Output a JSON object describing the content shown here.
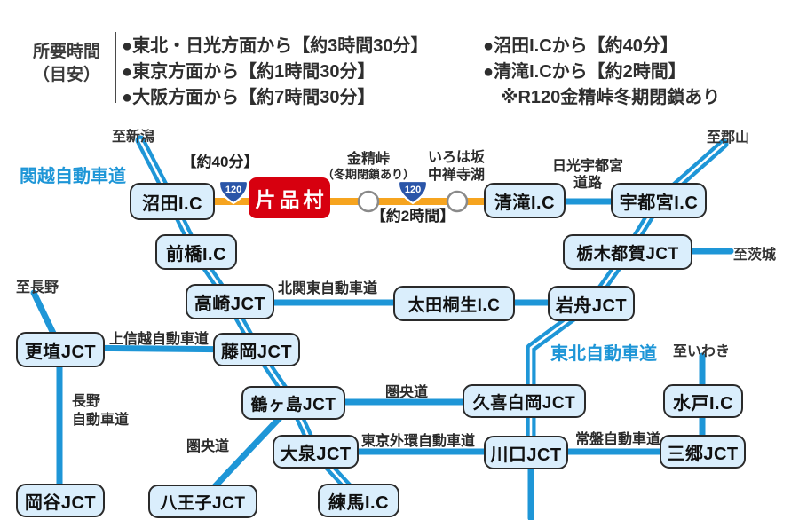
{
  "legend": {
    "heading_line1": "所要時間",
    "heading_line2": "（目安）",
    "left_items": [
      "●東北・日光方面から【約3時間30分】",
      "●東京方面から【約1時間30分】",
      "●大阪方面から【約7時間30分】"
    ],
    "right_items": [
      "●沼田I.Cから【約40分】",
      "●清滝I.Cから【約2時間】",
      "※R120金精峠冬期閉鎖あり"
    ]
  },
  "destination": {
    "label": "片品村"
  },
  "badge": {
    "route_number": "120"
  },
  "times": {
    "from_numata": "【約40分】",
    "from_kiyotaki": "【約2時間】"
  },
  "passes": {
    "konsei": "金精峠",
    "konsei_note": "（冬期閉鎖あり）",
    "iroha_line1": "いろは坂",
    "iroha_line2": "中禅寺湖"
  },
  "roads": {
    "kanetsu": "関越自動車道",
    "tohoku": "東北自動車道",
    "joshinetsu": "上信越自動車道",
    "nagano_line1": "長野",
    "nagano_line2": "自動車道",
    "kitakanto": "北関東自動車道",
    "nikko_line1": "日光宇都宮",
    "nikko_line2": "道路",
    "keno_east": "圏央道",
    "keno_west": "圏央道",
    "gaikan": "東京外環自動車道",
    "joban": "常盤自動車道"
  },
  "edges": {
    "niigata": "至新潟",
    "koriyama": "至郡山",
    "ibaraki": "至茨城",
    "nagano": "至長野",
    "iwaki": "至いわき"
  },
  "nodes": [
    {
      "label": "沼田I.C"
    },
    {
      "label": "前橋I.C"
    },
    {
      "label": "高崎JCT"
    },
    {
      "label": "太田桐生I.C"
    },
    {
      "label": "岩舟JCT"
    },
    {
      "label": "栃木都賀JCT"
    },
    {
      "label": "宇都宮I.C"
    },
    {
      "label": "清滝I.C"
    },
    {
      "label": "更埴JCT"
    },
    {
      "label": "藤岡JCT"
    },
    {
      "label": "鶴ヶ島JCT"
    },
    {
      "label": "久喜白岡JCT"
    },
    {
      "label": "水戸I.C"
    },
    {
      "label": "大泉JCT"
    },
    {
      "label": "川口JCT"
    },
    {
      "label": "三郷JCT"
    },
    {
      "label": "岡谷JCT"
    },
    {
      "label": "八王子JCT"
    },
    {
      "label": "練馬I.C"
    }
  ],
  "colors": {
    "road_blue": "#1e96d7",
    "route_orange": "#f6a41f",
    "destination_red": "#d7000f",
    "badge_blue": "#2a55a8",
    "node_fill": "#daeefc"
  }
}
